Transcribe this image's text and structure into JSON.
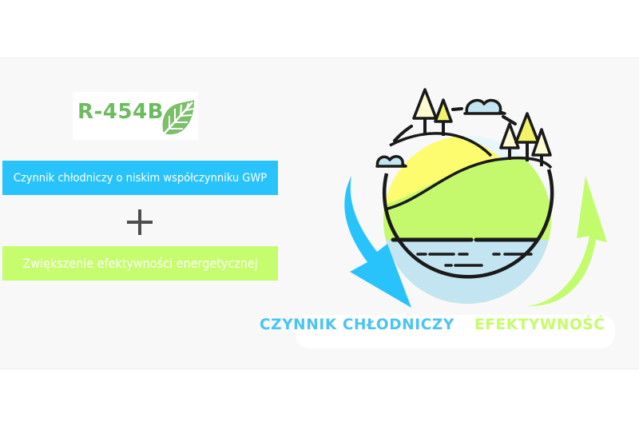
{
  "logo": {
    "text": "R-454B",
    "icon": "leaf-icon",
    "color": "#6dbb5f"
  },
  "bars": [
    {
      "label": "Czynnik chłodniczy o niskim współczynniku GWP",
      "color": "#29c3fb"
    },
    {
      "label": "Zwiększenie efektywności energetycznej",
      "color": "#c5fd6e"
    }
  ],
  "operator": {
    "icon": "plus-icon",
    "color": "#4d4d50"
  },
  "illustration": {
    "icon": "earth-landscape-icon",
    "arrows": [
      {
        "icon": "arrow-down-curved-icon",
        "color": "#29c3fb"
      },
      {
        "icon": "arrow-up-curved-icon",
        "color": "#c2fc6c"
      }
    ]
  },
  "labels": {
    "refrigerant": "CZYNNIK CHŁODNICZY",
    "efficiency": "EFEKTYWNOŚĆ"
  }
}
